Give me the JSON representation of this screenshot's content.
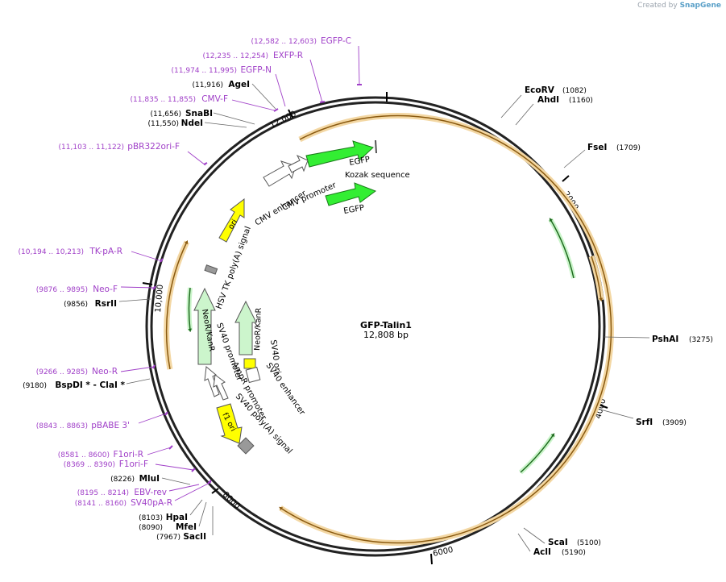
{
  "credit": {
    "prefix": "Created by",
    "brand": "SnapGene"
  },
  "plasmid": {
    "name": "GFP-Talin1",
    "size_label": "12,808 bp",
    "length": 12808
  },
  "ticks": [
    "2000",
    "4000",
    "6000",
    "8000",
    "10,000",
    "12,000"
  ],
  "enzymes": [
    {
      "name": "EcoRV",
      "pos": "(1082)"
    },
    {
      "name": "AhdI",
      "pos": "(1160)"
    },
    {
      "name": "FseI",
      "pos": "(1709)"
    },
    {
      "name": "PshAI",
      "pos": "(3275)"
    },
    {
      "name": "SrfI",
      "pos": "(3909)"
    },
    {
      "name": "ScaI",
      "pos": "(5100)"
    },
    {
      "name": "AclI",
      "pos": "(5190)"
    },
    {
      "name": "SacII",
      "pos": "(7967)"
    },
    {
      "name": "MfeI",
      "pos": "(8090)"
    },
    {
      "name": "HpaI",
      "pos": "(8103)"
    },
    {
      "name": "MluI",
      "pos": "(8226)"
    },
    {
      "name": "BspDI * - ClaI *",
      "pos": "(9180)"
    },
    {
      "name": "RsrII",
      "pos": "(9856)"
    },
    {
      "name": "NdeI",
      "pos": "(11,550)"
    },
    {
      "name": "SnaBI",
      "pos": "(11,656)"
    },
    {
      "name": "AgeI",
      "pos": "(11,916)"
    }
  ],
  "primers": [
    {
      "name": "EGFP-C",
      "range": "(12,582 .. 12,603)"
    },
    {
      "name": "EXFP-R",
      "range": "(12,235 .. 12,254)"
    },
    {
      "name": "EGFP-N",
      "range": "(11,974 .. 11,995)"
    },
    {
      "name": "CMV-F",
      "range": "(11,835 .. 11,855)"
    },
    {
      "name": "pBR322ori-F",
      "range": "(11,103 .. 11,122)"
    },
    {
      "name": "TK-pA-R",
      "range": "(10,194 .. 10,213)"
    },
    {
      "name": "Neo-F",
      "range": "(9876 .. 9895)"
    },
    {
      "name": "Neo-R",
      "range": "(9266 .. 9285)"
    },
    {
      "name": "pBABE 3'",
      "range": "(8843 .. 8863)"
    },
    {
      "name": "F1ori-R",
      "range": "(8581 .. 8600)"
    },
    {
      "name": "F1ori-F",
      "range": "(8369 .. 8390)"
    },
    {
      "name": "EBV-rev",
      "range": "(8195 .. 8214)"
    },
    {
      "name": "SV40pA-R",
      "range": "(8141 .. 8160)"
    }
  ],
  "features": [
    "EGFP",
    "Kozak sequence",
    "EGFP",
    "CMV promoter",
    "CMV enhancer",
    "ori",
    "HSV TK poly(A) signal",
    "NeoR/KanR",
    "SV40 promoter",
    "AmpR promoter",
    "f1 ori",
    "SV40 poly(A) signal",
    "NeoR/KanR",
    "SV40 ori",
    "SV40 enhancer"
  ],
  "colors": {
    "backbone": "#222222",
    "orf": "#e8a93a",
    "egfp": "#33dd33",
    "neo": "#ccf5cc",
    "ori": "#ffff00",
    "primer": "#a040c8",
    "misc": "#999999"
  }
}
